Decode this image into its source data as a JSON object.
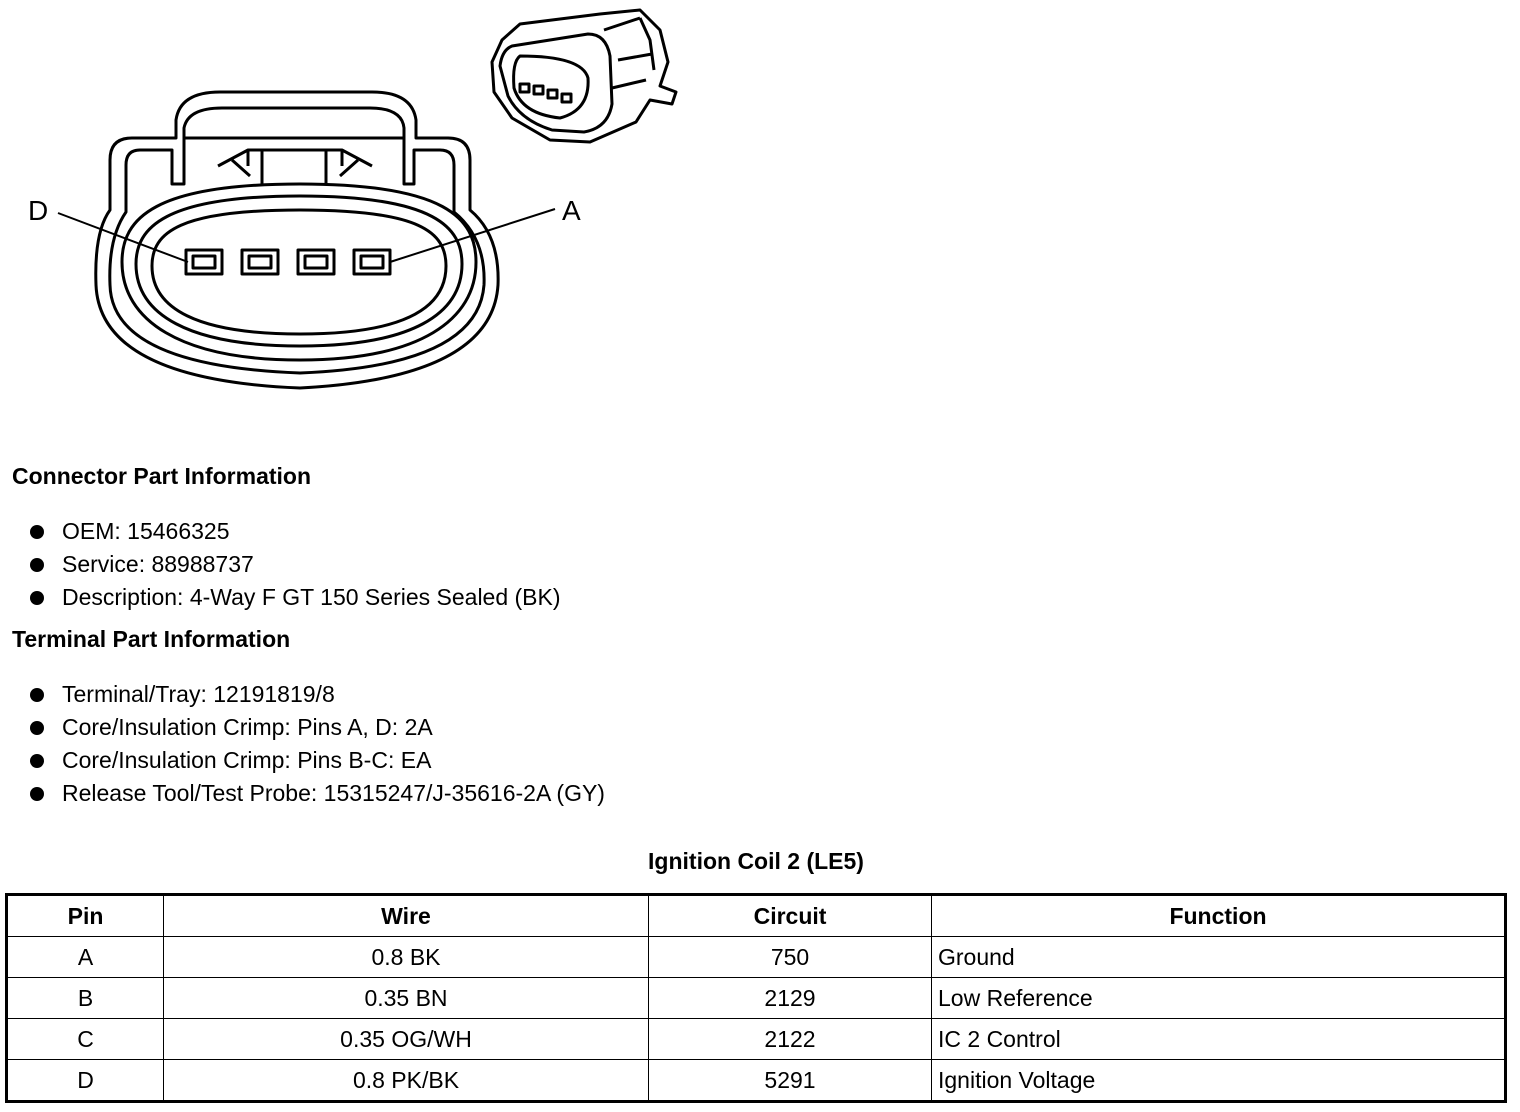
{
  "figure": {
    "pin_label_left": "D",
    "pin_label_right": "A"
  },
  "connector_info": {
    "heading": "Connector Part Information",
    "items": [
      "OEM: 15466325",
      "Service: 88988737",
      "Description: 4-Way F GT 150 Series Sealed (BK)"
    ]
  },
  "terminal_info": {
    "heading": "Terminal Part Information",
    "items": [
      "Terminal/Tray: 12191819/8",
      "Core/Insulation Crimp: Pins A, D: 2A",
      "Core/Insulation Crimp: Pins B-C: EA",
      "Release Tool/Test Probe: 15315247/J-35616-2A (GY)"
    ]
  },
  "table": {
    "title": "Ignition Coil 2 (LE5)",
    "headers": [
      "Pin",
      "Wire",
      "Circuit",
      "Function"
    ],
    "rows": [
      [
        "A",
        "0.8 BK",
        "750",
        "Ground"
      ],
      [
        "B",
        "0.35 BN",
        "2129",
        "Low Reference"
      ],
      [
        "C",
        "0.35 OG/WH",
        "2122",
        "IC 2 Control"
      ],
      [
        "D",
        "0.8 PK/BK",
        "5291",
        "Ignition Voltage"
      ]
    ]
  }
}
